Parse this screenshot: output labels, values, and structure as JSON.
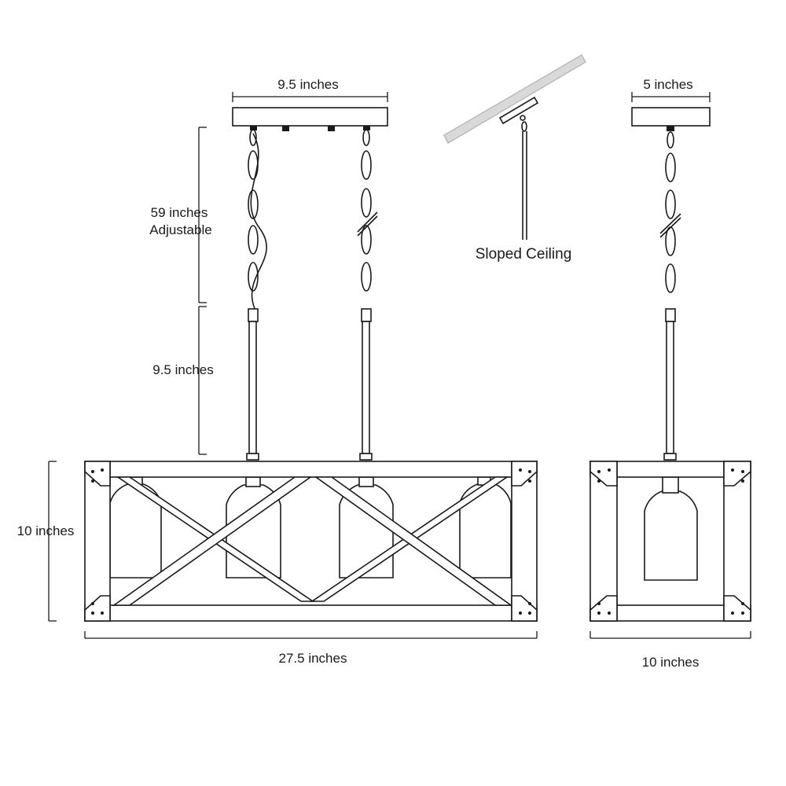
{
  "labels": {
    "canopy_width_front": "9.5 inches",
    "chain_length": "59 inches",
    "chain_adjustable": "Adjustable",
    "rod_length": "9.5 inches",
    "body_height": "10 inches",
    "body_length": "27.5 inches",
    "sloped_ceiling": "Sloped Ceiling",
    "canopy_width_side": "5 inches",
    "body_width_side": "10 inches"
  },
  "colors": {
    "line": "#1a1a1a",
    "slope_beam": "#d9d9d9",
    "background": "#ffffff"
  }
}
